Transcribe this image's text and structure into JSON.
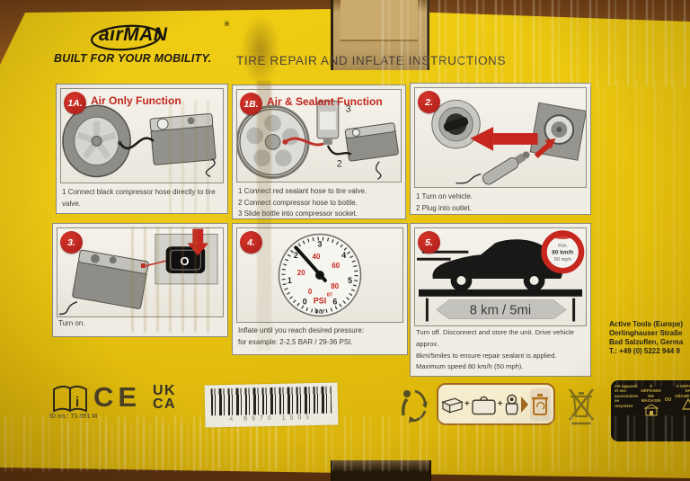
{
  "brand": {
    "logo": "airMAN",
    "registered": "®",
    "tagline": "BUILT FOR YOUR MOBILITY."
  },
  "title": "TIRE REPAIR AND INFLATE INSTRUCTIONS",
  "panels": {
    "p1a": {
      "badge": "1A.",
      "title": "Air Only Function",
      "caption": "1 Connect black compressor hose directly to tire valve."
    },
    "p1b": {
      "badge": "1B.",
      "title": "Air & Sealant Function",
      "caption_lines": [
        "1 Connect red sealant hose to tire valve.",
        "2 Connect compressor hose to bottle.",
        "3 Slide bottle into compressor socket."
      ],
      "labels": {
        "bottle": "3",
        "hose": "2"
      }
    },
    "p2": {
      "badge": "2.",
      "caption_lines": [
        "1 Turn on vehicle.",
        "2 Plug into outlet."
      ]
    },
    "p3": {
      "badge": "3.",
      "caption": "Turn on.",
      "switch_label": "O"
    },
    "p4": {
      "badge": "4.",
      "caption_lines": [
        "Inflate until you reach desired pressure:",
        "for example: 2-2,5 BAR / 29-36 PSI."
      ],
      "gauge": {
        "bar_labels": [
          "0",
          "1",
          "2",
          "3",
          "4",
          "5",
          "6"
        ],
        "psi_labels": [
          "0",
          "20",
          "40",
          "60",
          "80"
        ],
        "psi_small": "87",
        "psi_text": "PSI",
        "bar_text": "bar"
      }
    },
    "p5": {
      "badge": "5.",
      "caption_lines": [
        "Turn off. Disconnect and store the unit. Drive vehicle",
        "approx.",
        "8km/5miles to ensure repair sealant is applied.",
        "Maximum speed 80 km/h (50 mph)."
      ],
      "distance": "8 km / 5mi",
      "speed_badge": {
        "max_label": "max.",
        "kmh": "80 km/h",
        "mph": "50 mph"
      }
    }
  },
  "address": {
    "lines": [
      "Active Tools (Europe)",
      "Oerlinghauser Straße",
      "Bad Salzuflen, Germa",
      "T.: +49 (0) 5222 944 9"
    ]
  },
  "footer": {
    "manual_icon_i": "i",
    "ce": "CE",
    "ukca": {
      "line1": "UK",
      "line2": "CA"
    },
    "id_label": "ID no.: 71-051 M",
    "barcode_digits": "4 8970 1505",
    "plus": "+",
    "recycle_label": {
      "left_lines": [
        "cet appareil",
        "et ses accessoires",
        "se recyclent"
      ],
      "store": "À DÉPOSER",
      "store2": "EN MAGASIN",
      "or": "OU",
      "dump": "À DÉPOSER",
      "dump2": "EN DÉCHÈTERIE"
    }
  },
  "colors": {
    "box_yellow": "#e5c00d",
    "accent_red": "#c5271f",
    "cardboard": "#7a4a1e"
  }
}
